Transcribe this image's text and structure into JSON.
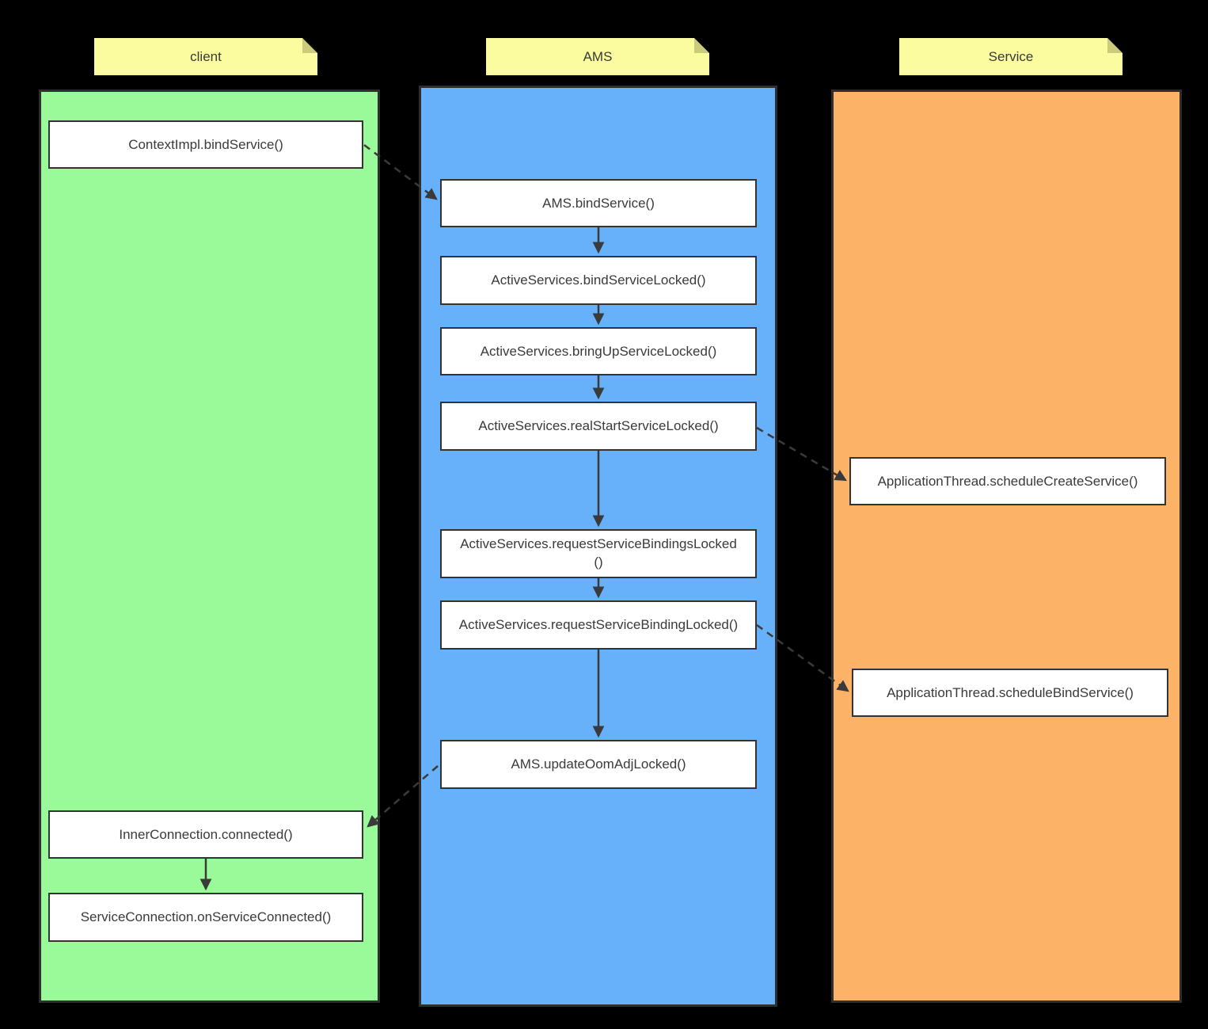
{
  "lanes": {
    "client": {
      "label": "client",
      "color": "#9afa9a"
    },
    "ams": {
      "label": "AMS",
      "color": "#66b1fa"
    },
    "service": {
      "label": "Service",
      "color": "#fcb367"
    }
  },
  "header_note_color": "#fbfb9f",
  "nodes": {
    "context_bind": {
      "lane": "client",
      "label": "ContextImpl.bindService()"
    },
    "inner_connected": {
      "lane": "client",
      "label": "InnerConnection.connected()"
    },
    "on_service_connected": {
      "lane": "client",
      "label": "ServiceConnection.onServiceConnected()"
    },
    "ams_bind": {
      "lane": "ams",
      "label": "AMS.bindService()"
    },
    "bind_locked": {
      "lane": "ams",
      "label": "ActiveServices.bindServiceLocked()"
    },
    "bring_up": {
      "lane": "ams",
      "label": "ActiveServices.bringUpServiceLocked()"
    },
    "real_start": {
      "lane": "ams",
      "label": "ActiveServices.realStartServiceLocked()"
    },
    "request_bindings": {
      "lane": "ams",
      "label": "ActiveServices.requestServiceBindingsLocked()"
    },
    "request_binding": {
      "lane": "ams",
      "label": "ActiveServices.requestServiceBindingLocked()"
    },
    "update_oom": {
      "lane": "ams",
      "label": "AMS.updateOomAdjLocked()"
    },
    "schedule_create": {
      "lane": "service",
      "label": "ApplicationThread.scheduleCreateService()"
    },
    "schedule_bind": {
      "lane": "service",
      "label": "ApplicationThread.scheduleBindService()"
    }
  },
  "edges": [
    {
      "from": "context_bind",
      "to": "ams_bind",
      "style": "dashed"
    },
    {
      "from": "ams_bind",
      "to": "bind_locked",
      "style": "solid"
    },
    {
      "from": "bind_locked",
      "to": "bring_up",
      "style": "solid"
    },
    {
      "from": "bring_up",
      "to": "real_start",
      "style": "solid"
    },
    {
      "from": "real_start",
      "to": "schedule_create",
      "style": "dashed"
    },
    {
      "from": "real_start",
      "to": "request_bindings",
      "style": "solid"
    },
    {
      "from": "request_bindings",
      "to": "request_binding",
      "style": "solid"
    },
    {
      "from": "request_binding",
      "to": "schedule_bind",
      "style": "dashed"
    },
    {
      "from": "request_binding",
      "to": "update_oom",
      "style": "solid"
    },
    {
      "from": "update_oom",
      "to": "inner_connected",
      "style": "dashed"
    },
    {
      "from": "inner_connected",
      "to": "on_service_connected",
      "style": "solid"
    }
  ],
  "arrow_color": "#3a3a3a"
}
